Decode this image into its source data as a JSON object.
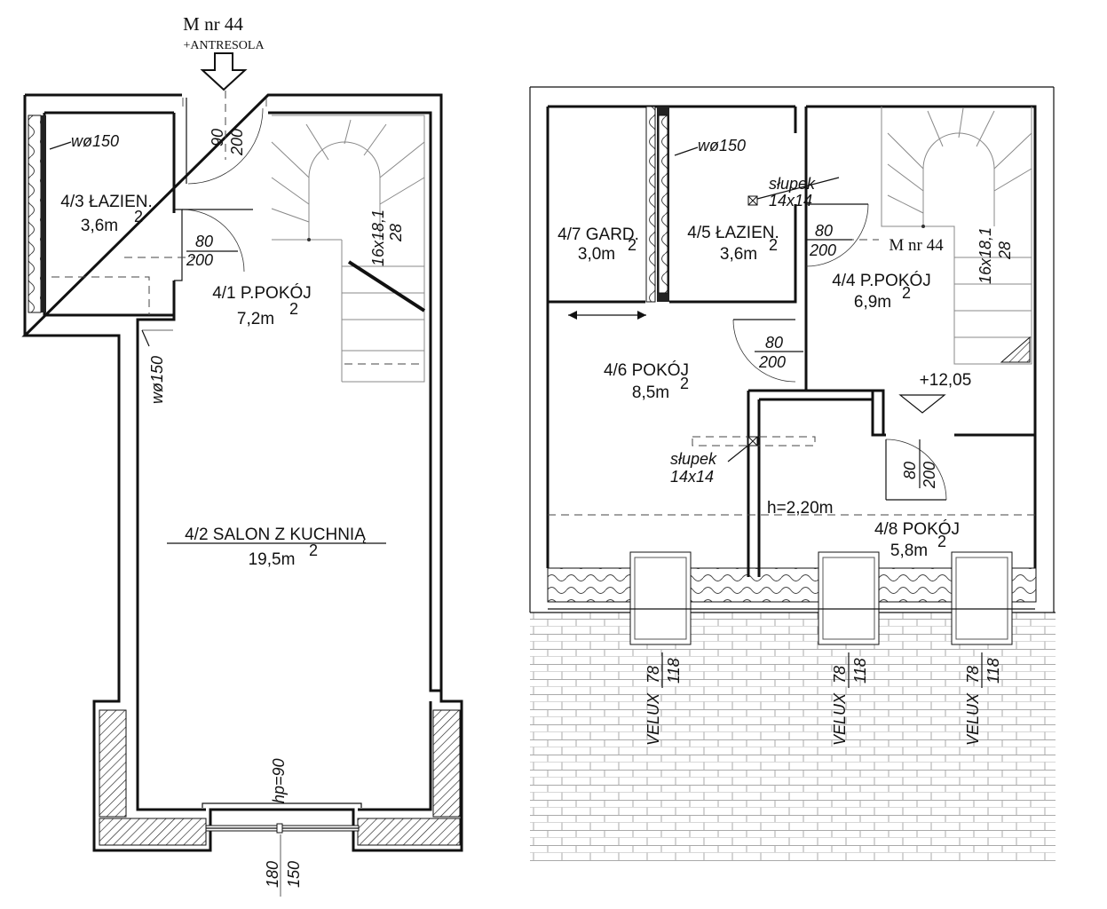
{
  "left_plan": {
    "unit_title": "M nr 44",
    "unit_subtitle": "+ANTRESOLA",
    "entry_door_width": "90",
    "entry_door_height": "200",
    "bath_door_width": "80",
    "bath_door_height": "200",
    "stair_spec": "16x18,1",
    "stair_depth": "28",
    "pipe_bath": "wø150",
    "pipe_hall": "wø150",
    "rooms": [
      {
        "name": "4/3 ŁAZIEN.",
        "area": "3,6m"
      },
      {
        "name": "4/1 P.POKÓJ",
        "area": "7,2m"
      },
      {
        "name": "4/2 SALON Z KUCHNIĄ",
        "area": "19,5m"
      }
    ],
    "area_sup": "2",
    "window_sill": "hp=90",
    "window_width": "180",
    "window_height": "150"
  },
  "right_plan": {
    "unit_title": "M nr 44",
    "level": "+12,05",
    "pipe": "wø150",
    "post_label": "słupek",
    "post_size": "14x14",
    "headroom": "h=2,20m",
    "stair_spec": "16x18,1",
    "stair_depth": "28",
    "area_sup": "2",
    "rooms": [
      {
        "name": "4/7 GARD.",
        "area": "3,0m"
      },
      {
        "name": "4/5 ŁAZIEN.",
        "area": "3,6m"
      },
      {
        "name": "4/4 P.POKÓJ",
        "area": "6,9m"
      },
      {
        "name": "4/6 POKÓJ",
        "area": "8,5m"
      },
      {
        "name": "4/8 POKÓJ",
        "area": "5,8m"
      }
    ],
    "doors": [
      {
        "width": "80",
        "height": "200"
      },
      {
        "width": "80",
        "height": "200"
      },
      {
        "width": "80",
        "height": "200"
      }
    ],
    "velux": [
      {
        "label": "VELUX",
        "width": "78",
        "height": "118"
      },
      {
        "label": "VELUX",
        "width": "78",
        "height": "118"
      },
      {
        "label": "VELUX",
        "width": "78",
        "height": "118"
      }
    ]
  }
}
